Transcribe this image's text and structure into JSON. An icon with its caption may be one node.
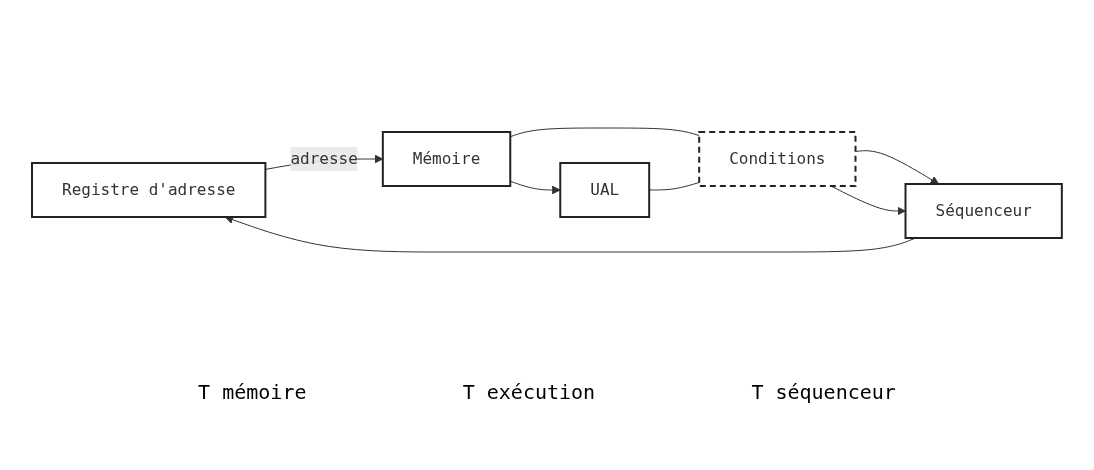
{
  "diagram": {
    "nodes": [
      {
        "text": [
          "Registre d'adresse"
        ]
      },
      {
        "text": [
          "Mémoire"
        ]
      },
      {
        "text": [
          "UAL"
        ]
      },
      {
        "text": [
          "Conditions"
        ]
      },
      {
        "text": [
          "Séquenceur"
        ]
      }
    ],
    "edges": [
      {
        "from": 0,
        "to": 1,
        "arrow": "to",
        "label": "adresse"
      },
      {
        "from": 1,
        "to": 3,
        "arrow": "none"
      },
      {
        "from": 1,
        "to": 2,
        "arrow": "to"
      },
      {
        "from": 2,
        "to": 3,
        "arrow": "none"
      },
      {
        "from": 3,
        "to": 4,
        "arrow": "to"
      },
      {
        "from": 3,
        "to": 4,
        "arrow": "to"
      },
      {
        "from": 4,
        "to": 0,
        "arrow": "to"
      }
    ],
    "labels": [
      "T mémoire",
      "T exécution",
      "T séquenceur"
    ]
  }
}
